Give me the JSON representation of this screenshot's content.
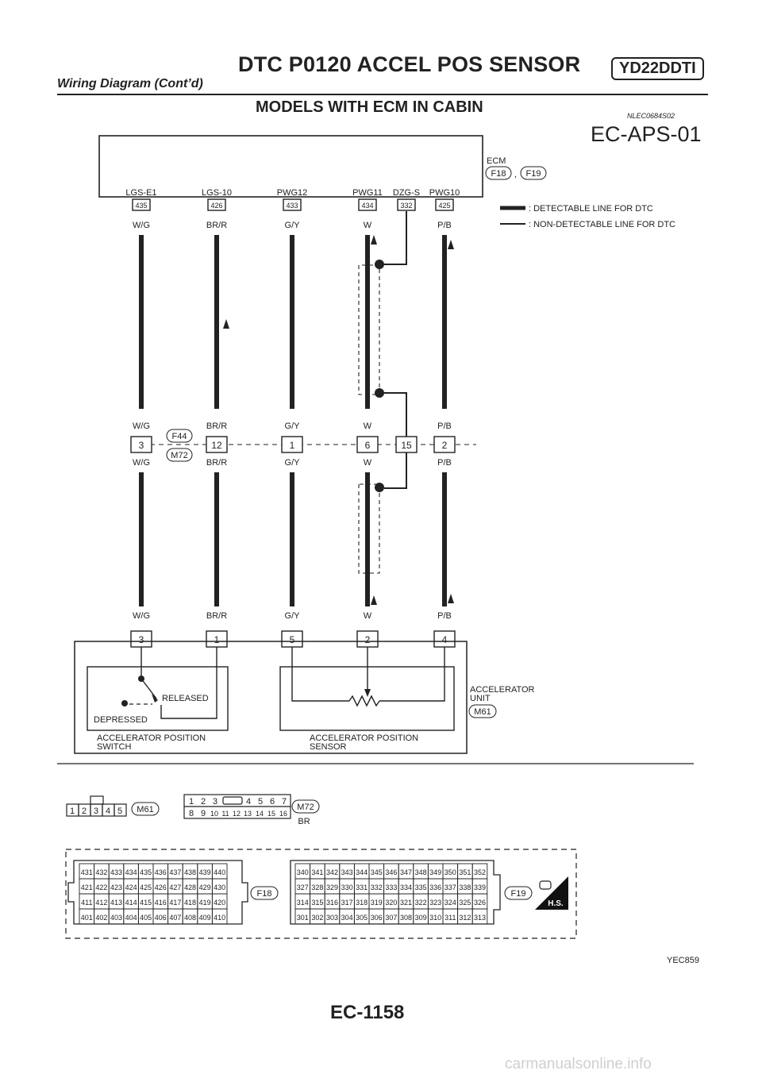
{
  "header": {
    "title": "DTC P0120 ACCEL POS SENSOR",
    "engine_code": "YD22DDTI",
    "subtitle": "Wiring Diagram (Cont’d)"
  },
  "section": {
    "title": "MODELS WITH ECM IN CABIN",
    "ref": "NLEC0684S02",
    "diagram_id": "EC-APS-01"
  },
  "ecm": {
    "label": "ECM",
    "connectors": [
      "F18",
      "F19"
    ],
    "separator": ",",
    "terminals": [
      {
        "name": "LGS-E1",
        "pin": "435"
      },
      {
        "name": "LGS-10",
        "pin": "426"
      },
      {
        "name": "PWG12",
        "pin": "433"
      },
      {
        "name": "PWG11",
        "pin": "434"
      },
      {
        "name": "DZG-S",
        "pin": "332"
      },
      {
        "name": "PWG10",
        "pin": "425"
      }
    ]
  },
  "legend": {
    "detectable": ": DETECTABLE LINE FOR DTC",
    "non_detectable": ": NON-DETECTABLE LINE FOR DTC"
  },
  "wires": [
    "W/G",
    "BR/R",
    "G/Y",
    "W",
    "P/B"
  ],
  "joint_connector": {
    "top": "F44",
    "bottom": "M72",
    "pins": [
      "3",
      "12",
      "1",
      "6",
      "15",
      "2"
    ]
  },
  "unit": {
    "pins": [
      "3",
      "1",
      "5",
      "2",
      "4"
    ],
    "label_line1": "ACCELERATOR",
    "label_line2": "UNIT",
    "connector": "M61",
    "switch": {
      "released": "RELEASED",
      "depressed": "DEPRESSED",
      "label_line1": "ACCELERATOR POSITION",
      "label_line2": "SWITCH"
    },
    "sensor": {
      "label_line1": "ACCELERATOR POSITION",
      "label_line2": "SENSOR"
    }
  },
  "connector_views": {
    "m61": {
      "id": "M61",
      "pins": [
        "1",
        "2",
        "3",
        "4",
        "5"
      ]
    },
    "m72": {
      "id": "M72",
      "color": "BR",
      "row1_left": [
        "1",
        "2",
        "3"
      ],
      "row1_right": [
        "4",
        "5",
        "6",
        "7"
      ],
      "row2": [
        "8",
        "9",
        "10",
        "11",
        "12",
        "13",
        "14",
        "15",
        "16"
      ]
    },
    "f18": {
      "id": "F18",
      "rows": [
        [
          "431",
          "432",
          "433",
          "434",
          "435",
          "436",
          "437",
          "438",
          "439",
          "440"
        ],
        [
          "421",
          "422",
          "423",
          "424",
          "425",
          "426",
          "427",
          "428",
          "429",
          "430"
        ],
        [
          "411",
          "412",
          "413",
          "414",
          "415",
          "416",
          "417",
          "418",
          "419",
          "420"
        ],
        [
          "401",
          "402",
          "403",
          "404",
          "405",
          "406",
          "407",
          "408",
          "409",
          "410"
        ]
      ]
    },
    "f19": {
      "id": "F19",
      "rows": [
        [
          "340",
          "341",
          "342",
          "343",
          "344",
          "345",
          "346",
          "347",
          "348",
          "349",
          "350",
          "351",
          "352"
        ],
        [
          "327",
          "328",
          "329",
          "330",
          "331",
          "332",
          "333",
          "334",
          "335",
          "336",
          "337",
          "338",
          "339"
        ],
        [
          "314",
          "315",
          "316",
          "317",
          "318",
          "319",
          "320",
          "321",
          "322",
          "323",
          "324",
          "325",
          "326"
        ],
        [
          "301",
          "302",
          "303",
          "304",
          "305",
          "306",
          "307",
          "308",
          "309",
          "310",
          "311",
          "312",
          "313"
        ]
      ]
    },
    "hs_badge": "H.S."
  },
  "footer": {
    "figure_id": "YEC859",
    "page": "EC-1158",
    "url": "carmanualsonline.info"
  }
}
